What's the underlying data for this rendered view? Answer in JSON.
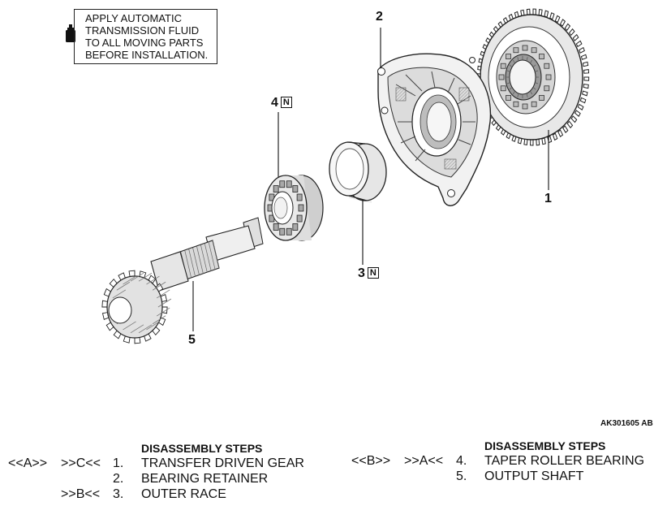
{
  "note": {
    "lines": [
      "APPLY AUTOMATIC",
      "TRANSMISSION FLUID",
      "TO ALL MOVING PARTS",
      "BEFORE INSTALLATION."
    ],
    "icon": "oil-bottle-icon"
  },
  "callouts": [
    {
      "num": "1",
      "mark": ""
    },
    {
      "num": "2",
      "mark": ""
    },
    {
      "num": "3",
      "mark": "N"
    },
    {
      "num": "4",
      "mark": "N"
    },
    {
      "num": "5",
      "mark": ""
    }
  ],
  "figure_code": "AK301605 AB",
  "steps_left": {
    "title": "DISASSEMBLY STEPS",
    "rows": [
      {
        "mark_a": "<<A>>",
        "mark_b": ">>C<<",
        "num": "1.",
        "label": "TRANSFER DRIVEN GEAR"
      },
      {
        "mark_a": "",
        "mark_b": "",
        "num": "2.",
        "label": "BEARING RETAINER"
      },
      {
        "mark_a": "",
        "mark_b": ">>B<<",
        "num": "3.",
        "label": "OUTER RACE"
      }
    ]
  },
  "steps_right": {
    "title": "DISASSEMBLY STEPS",
    "rows": [
      {
        "mark_a": "<<B>>",
        "mark_b": ">>A<<",
        "num": "4.",
        "label": "TAPER ROLLER BEARING"
      },
      {
        "mark_a": "",
        "mark_b": "",
        "num": "5.",
        "label": "OUTPUT SHAFT"
      }
    ]
  }
}
